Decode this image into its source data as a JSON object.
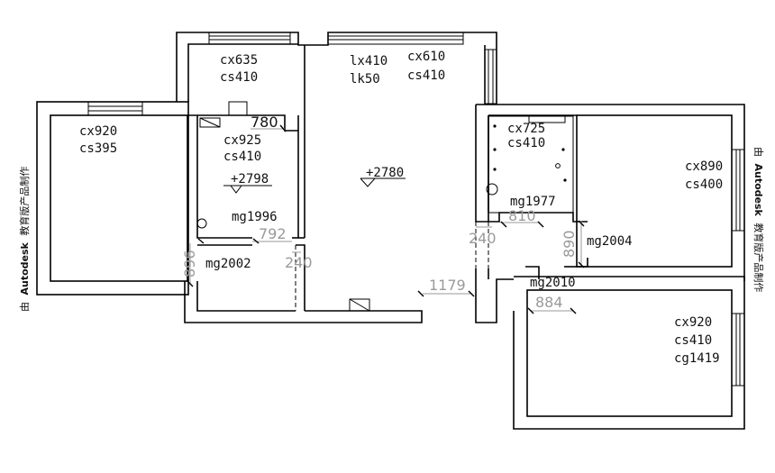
{
  "rooms": {
    "bedroom_west": [
      "cx920",
      "cs395"
    ],
    "kitchen": [
      "cx635",
      "cs410"
    ],
    "bath_west": [
      "cx925",
      "cs410"
    ],
    "living_a": [
      "lx410",
      "lk50"
    ],
    "living_b": [
      "cx610",
      "cs410"
    ],
    "bath_east": [
      "cx725",
      "cs410"
    ],
    "bedroom_east": [
      "cx890",
      "cs400"
    ],
    "bedroom_south": [
      "cx920",
      "cs410",
      "cg1419"
    ]
  },
  "doors": {
    "mg1996": "mg1996",
    "mg2002": "mg2002",
    "mg1977": "mg1977",
    "mg2004": "mg2004",
    "mg2010": "mg2010"
  },
  "levels": {
    "bath_west": "+2798",
    "living": "+2780"
  },
  "dimensions": {
    "d780": "780",
    "d792": "792",
    "d240a": "240",
    "d896": "896",
    "d810": "810",
    "d240b": "240",
    "d890": "890",
    "d1179": "1179",
    "d884": "884"
  },
  "watermark": {
    "prefix": "由",
    "brand": "Autodesk",
    "suffix": "教育版产品制作"
  }
}
